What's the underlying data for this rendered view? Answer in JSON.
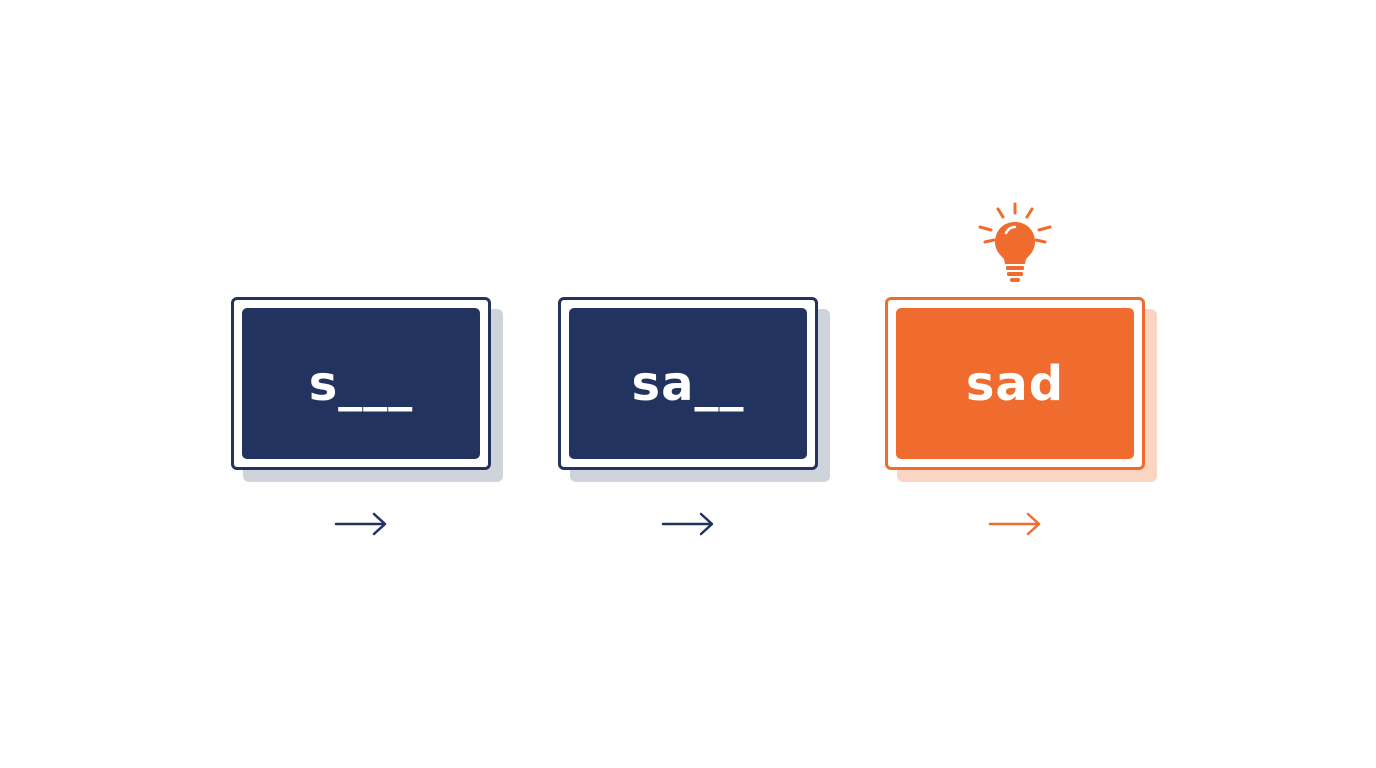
{
  "steps": [
    {
      "word": "s___",
      "state": "partial",
      "color": "#23335f"
    },
    {
      "word": "sa__",
      "state": "partial",
      "color": "#23335f"
    },
    {
      "word": "sad",
      "state": "complete",
      "color": "#ef6c2e"
    }
  ],
  "icons": {
    "arrow": "arrow-right-icon",
    "highlight": "lightbulb-icon"
  },
  "colors": {
    "navy": "#23335f",
    "orange": "#ef6c2e",
    "background": "#ffffff"
  }
}
